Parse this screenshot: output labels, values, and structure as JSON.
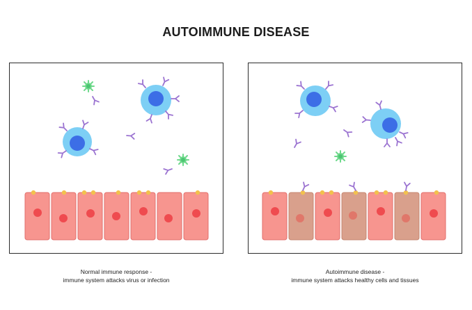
{
  "title": "AUTOIMMUNE DISEASE",
  "panels": [
    {
      "caption_line1": "Normal immune response -",
      "caption_line2": "immune system attacks virus or infection"
    },
    {
      "caption_line1": "Autoimmune disease -",
      "caption_line2": "immune system  attacks healthy cells and tissues"
    }
  ],
  "colors": {
    "healthy_cell": "#f7958f",
    "damaged_cell": "#d9a08c",
    "cell_nucleus": "#ef4b4f",
    "immune_cell_outer": "#7dcff5",
    "immune_cell_inner": "#3c6ee6",
    "antibody": "#9b73d1",
    "virus": "#6fd98c",
    "receptor": "#f2c14e"
  }
}
